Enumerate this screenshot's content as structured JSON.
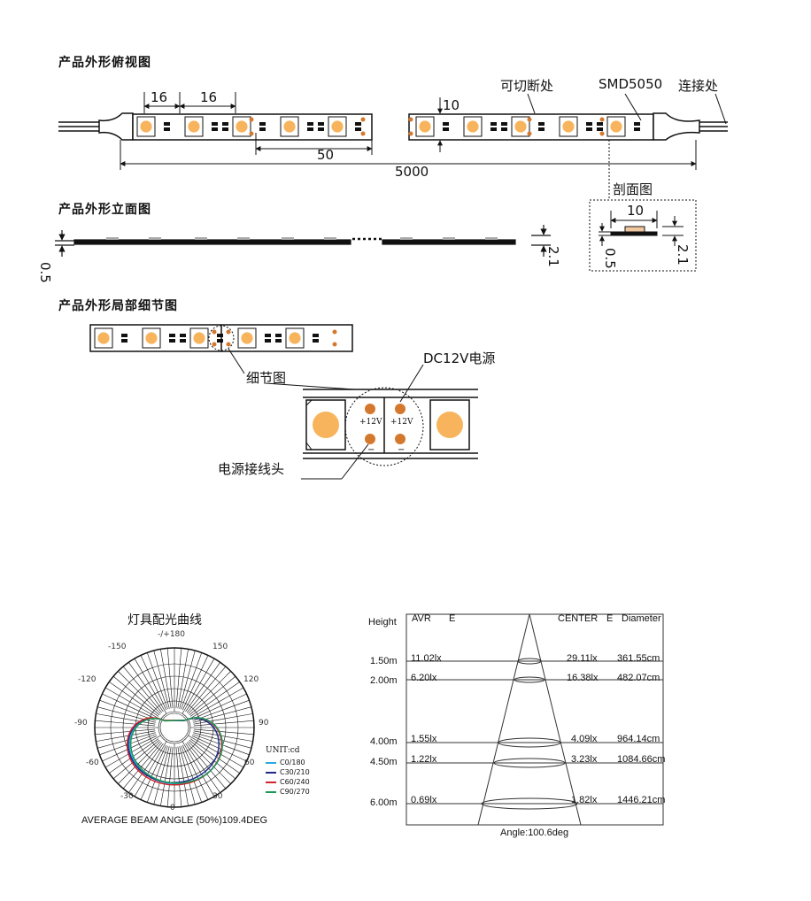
{
  "sections": {
    "top_view": "产品外形俯视图",
    "side_view": "产品外形立面图",
    "detail_view": "产品外形局部细节图"
  },
  "top_labels": {
    "cut": "可切断处",
    "smd": "SMD5050",
    "connect": "连接处",
    "d16a": "16",
    "d16b": "16",
    "d10": "10",
    "d50": "50",
    "d5000": "5000",
    "section": "剖面图"
  },
  "side_labels": {
    "left_thick": "0.5",
    "right_thick": "2.1",
    "sec_width": "10",
    "sec_thick": "0.5",
    "sec_height": "2.1"
  },
  "detail_labels": {
    "detail": "细节图",
    "dc": "DC12V电源",
    "plus_left": "+12V",
    "plus_right": "+12V",
    "minus_left": "−",
    "minus_right": "−",
    "joint": "电源接线头"
  },
  "polar": {
    "title": "灯具配光曲线",
    "angles": [
      "-/+180",
      "-150",
      "150",
      "-120",
      "120",
      "-90",
      "90",
      "-60",
      "60",
      "-30",
      "30",
      "0"
    ],
    "unit": "UNIT:cd",
    "legend": [
      {
        "name": "C0/180",
        "color": "#2aa7e0"
      },
      {
        "name": "C30/210",
        "color": "#1d2a8a"
      },
      {
        "name": "C60/240",
        "color": "#d2232a"
      },
      {
        "name": "C90/270",
        "color": "#1a9a5a"
      }
    ],
    "caption": "AVERAGE BEAM ANGLE (50%)109.4DEG"
  },
  "table": {
    "headers": {
      "height": "Height",
      "avr": "AVR",
      "e1": "E",
      "center": "CENTER",
      "e2": "E",
      "diameter": "Diameter"
    },
    "rows": [
      {
        "h": "1.50m",
        "avr": "11.02lx",
        "center": "29.11lx",
        "dia": "361.55cm"
      },
      {
        "h": "2.00m",
        "avr": "6.20lx",
        "center": "16.38lx",
        "dia": "482.07cm"
      },
      {
        "h": "4.00m",
        "avr": "1.55lx",
        "center": "4.09lx",
        "dia": "964.14cm"
      },
      {
        "h": "4.50m",
        "avr": "1.22lx",
        "center": "3.23lx",
        "dia": "1084.66cm"
      },
      {
        "h": "6.00m",
        "avr": "0.69lx",
        "center": "1.82lx",
        "dia": "1446.21cm"
      }
    ],
    "angle": "Angle:100.6deg"
  }
}
